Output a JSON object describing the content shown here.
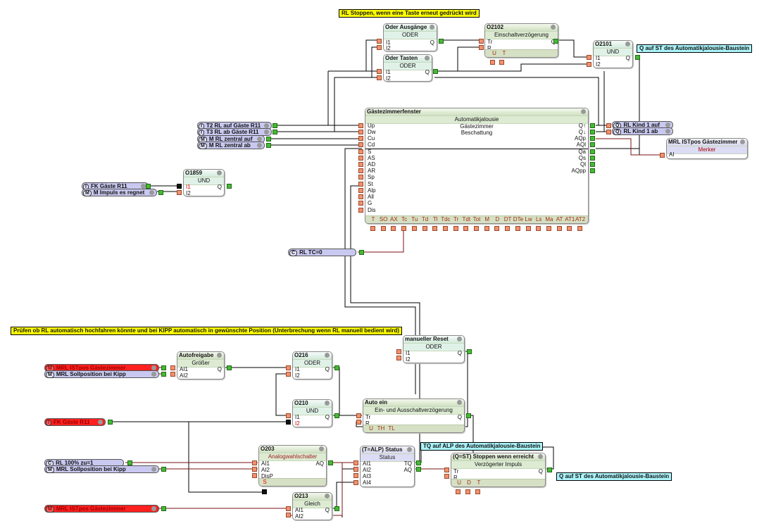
{
  "notes": {
    "top": "RL Stoppen, wenn eine Taste erneut gedrückt wird",
    "q_st_top": "Q auf ST des Automatikjalousie-Baustein",
    "check": "Prüfen ob RL automatisch hochfahren könnte und bei KIPP automatisch in gewünschte Position (Unterbrechung wenn RL manuell bedient wird)",
    "tq_alp": "TQ auf ALP des Automatikjalousie-Baustein",
    "q_st_bottom": "Q auf ST des Automatikjalousie-Baustein"
  },
  "blocks": {
    "oder_ausgaenge": {
      "title": "Oder Ausgänge",
      "type": "ODER",
      "inputs": [
        "I1",
        "I2"
      ],
      "outputs": [
        "Q"
      ]
    },
    "oder_tasten": {
      "title": "Oder Tasten",
      "type": "ODER",
      "inputs": [
        "I1",
        "I2"
      ],
      "outputs": [
        "Q"
      ]
    },
    "o2102": {
      "title": "O2102",
      "type": "Einschaltverzögerung",
      "inputs": [
        "Tr",
        "R"
      ],
      "outputs": [
        "Q"
      ],
      "params": [
        "U",
        "T"
      ]
    },
    "o2101": {
      "title": "O2101",
      "type": "UND",
      "inputs": [
        "I1",
        "I2"
      ],
      "outputs": [
        "Q"
      ]
    },
    "gaestezimmerfenster": {
      "title": "Gästezimmerfenster",
      "type": "Automatikjalousie",
      "line1": "Gästezimmer",
      "line2": "Beschattung",
      "inputs": [
        "Up",
        "Dw",
        "Cu",
        "Cd",
        "S",
        "AS",
        "AD",
        "AR",
        "Sp",
        "St",
        "Alp",
        "All",
        "G",
        "Dis"
      ],
      "outputs": [
        "Q↑",
        "Q↓",
        "AQp",
        "AQl",
        "Qa",
        "Qs",
        "Ql",
        "AQpp"
      ],
      "params": [
        "T",
        "SO",
        "AX",
        "Tc",
        "Tu",
        "Td",
        "Tl",
        "Tdc",
        "Tr",
        "Tdt",
        "Tot",
        "M",
        "D",
        "DT",
        "DTe",
        "Lw",
        "Ls",
        "Ma",
        "AT",
        "AT1",
        "AT2"
      ]
    },
    "o1859": {
      "title": "O1859",
      "type": "UND",
      "inputs": [
        "I1",
        "I2"
      ],
      "outputs": [
        "Q"
      ]
    },
    "merker": {
      "title": "MRL ISTpos Gästezimmer",
      "type": "Merker",
      "inputs": [
        "AI"
      ]
    },
    "autofreigabe": {
      "title": "Autofreigabe",
      "type": "Größer",
      "inputs": [
        "AI1",
        "AI2"
      ],
      "outputs": [
        "Q"
      ]
    },
    "o216": {
      "title": "O216",
      "type": "ODER",
      "inputs": [
        "I1",
        "I2"
      ],
      "outputs": [
        "Q"
      ]
    },
    "o210": {
      "title": "O210",
      "type": "UND",
      "inputs": [
        "I1",
        "I2"
      ],
      "outputs": [
        "Q"
      ]
    },
    "manueller_reset": {
      "title": "manueller Reset",
      "type": "ODER",
      "inputs": [
        "I1",
        "I2"
      ],
      "outputs": [
        "Q"
      ]
    },
    "auto_ein": {
      "title": "Auto ein",
      "type": "Ein- und Ausschaltverzögerung",
      "inputs": [
        "Tr",
        "R"
      ],
      "outputs": [
        "Q"
      ],
      "params": [
        "U",
        "TH",
        "TL"
      ]
    },
    "o203": {
      "title": "O203",
      "type": "Analogwahlschalter",
      "inputs": [
        "AI1",
        "AI2",
        "DisP"
      ],
      "outputs": [
        "AQ"
      ],
      "params": [
        "S"
      ]
    },
    "o213": {
      "title": "O213",
      "type": "Gleich",
      "inputs": [
        "AI1",
        "AI2"
      ],
      "outputs": [
        "Q"
      ]
    },
    "status": {
      "title": "(T=ALP) Status",
      "type": "Status",
      "inputs": [
        "AI1",
        "AI2",
        "AI3",
        "AI4"
      ],
      "outputs": [
        "TQ",
        "AQ"
      ]
    },
    "stoppen": {
      "title": "(Q=ST) Stoppen wenn erreicht",
      "type": "Verzögerter Impuls",
      "inputs": [
        "Tr",
        "R"
      ],
      "outputs": [
        "Q"
      ],
      "params": [
        "U",
        "D",
        "T"
      ]
    }
  },
  "objects": {
    "t2": {
      "tag": "I",
      "label": "T2 RL auf Gäste R11"
    },
    "t3": {
      "tag": "I",
      "label": "T3 RL ab Gäste R11"
    },
    "zentral_auf": {
      "tag": "M",
      "label": "M RL zentral auf"
    },
    "zentral_ab": {
      "tag": "M",
      "label": "M RL zentral ab"
    },
    "fk1": {
      "tag": "I",
      "label": "FK Gäste R11"
    },
    "impuls": {
      "tag": "M",
      "label": "M Impuls es regnet"
    },
    "tc0": {
      "tag": "C",
      "label": "RL TC=0"
    },
    "kind_auf": {
      "tag": "Q",
      "label": "RL Kind 1 auf"
    },
    "kind_ab": {
      "tag": "Q",
      "label": "RL Kind 1 ab"
    },
    "istpos1": {
      "tag": "M",
      "label": "MRL ISTpos Gästezimmer"
    },
    "soll1": {
      "tag": "M",
      "label": "MRL Sollposition bei Kipp"
    },
    "fk2": {
      "tag": "I",
      "label": "FK Gäste R11"
    },
    "rl100": {
      "tag": "C",
      "label": "RL 100% zu=1"
    },
    "soll2": {
      "tag": "M",
      "label": "MRL Sollposition bei Kipp"
    },
    "istpos2": {
      "tag": "M",
      "label": "MRL ISTpos Gästezimmer"
    }
  },
  "colors": {
    "note_yellow": "#ffff00",
    "note_cyan": "#aaf4fa",
    "wire_digital": "#000000",
    "wire_analog": "#7a1010",
    "io_object": "#c8c8f0",
    "io_object_alert": "#ff2020"
  }
}
